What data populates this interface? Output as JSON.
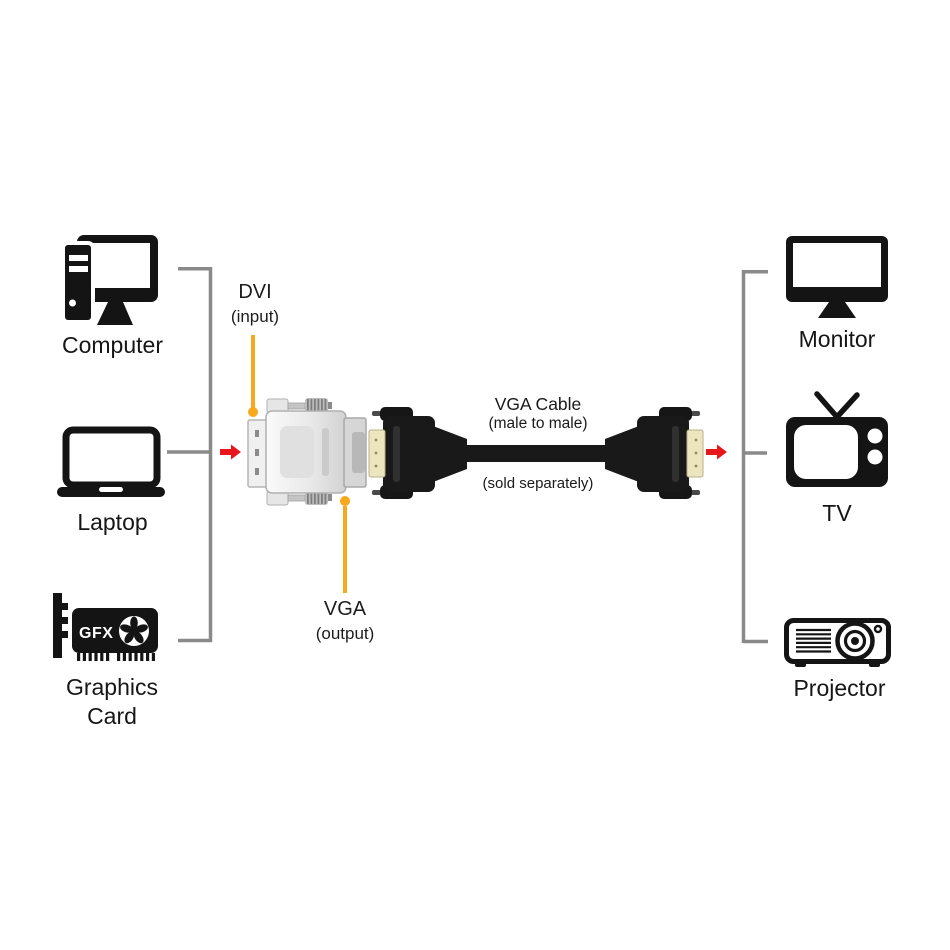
{
  "sources": [
    {
      "label": "Computer",
      "icon": "computer-icon"
    },
    {
      "label": "Laptop",
      "icon": "laptop-icon"
    },
    {
      "label": "Graphics Card",
      "icon": "graphics-card-icon"
    }
  ],
  "gpu_chip_text": "GFX",
  "adapter": {
    "input": "DVI",
    "input_qualifier": "(input)",
    "output": "VGA",
    "output_qualifier": "(output)"
  },
  "cable": {
    "name": "VGA Cable",
    "type": "(male to male)",
    "availability": "(sold separately)"
  },
  "destinations": [
    {
      "label": "Monitor",
      "icon": "monitor-icon"
    },
    {
      "label": "TV",
      "icon": "tv-icon"
    },
    {
      "label": "Projector",
      "icon": "projector-icon"
    }
  ],
  "colors": {
    "pointer_orange": "#F7A81D",
    "arrow_red": "#E8151D",
    "bracket_gray": "#8A8A8A",
    "icon_black": "#141414",
    "vga_face_cream": "#ECE5BD",
    "adapter_silver": "#E4E4E4"
  }
}
